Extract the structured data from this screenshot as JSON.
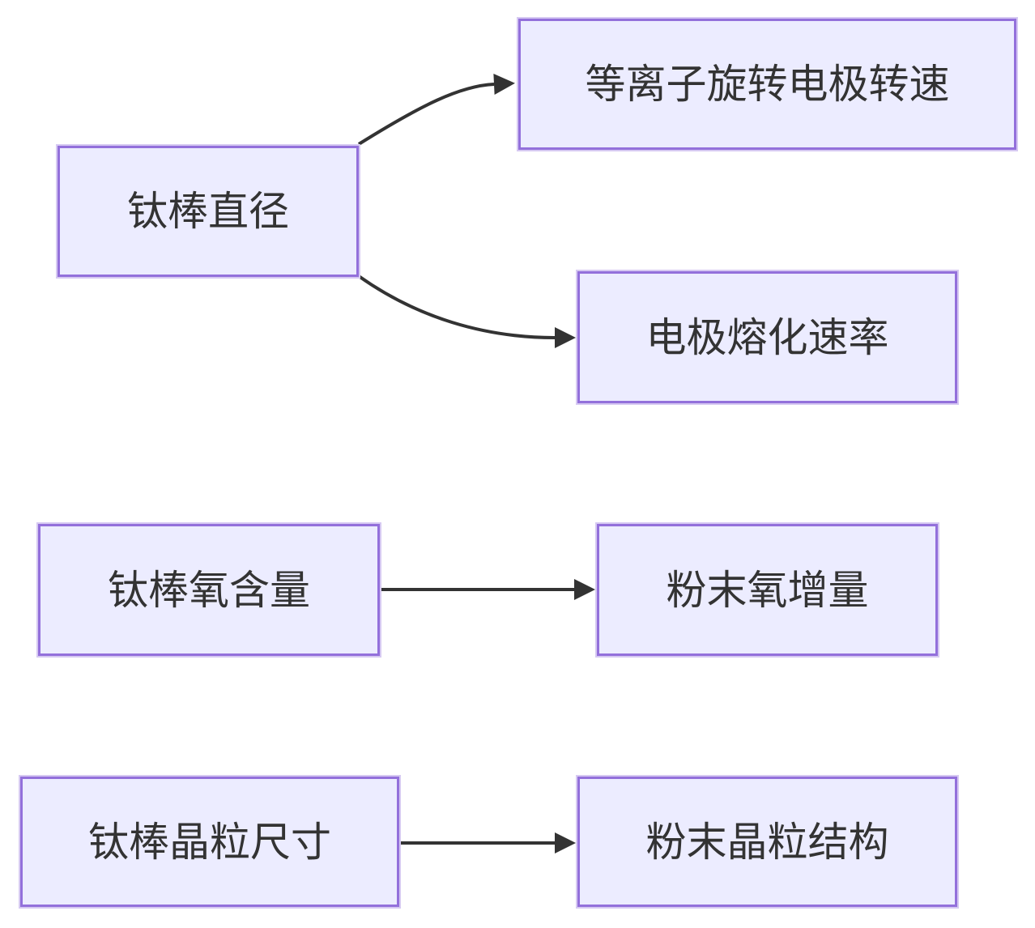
{
  "diagram": {
    "type": "flowchart",
    "direction": "left-to-right",
    "colors": {
      "node_fill": "#ECECFF",
      "node_border": "#9370DB",
      "edge": "#333333",
      "text": "#333333",
      "background": "#ffffff"
    },
    "nodes": [
      {
        "id": "ti-rod-diameter",
        "label": "钛棒直径"
      },
      {
        "id": "plasma-rotating-electrode-speed",
        "label": "等离子旋转电极转速"
      },
      {
        "id": "electrode-melting-rate",
        "label": "电极熔化速率"
      },
      {
        "id": "ti-rod-oxygen-content",
        "label": "钛棒氧含量"
      },
      {
        "id": "powder-oxygen-pickup",
        "label": "粉末氧增量"
      },
      {
        "id": "ti-rod-grain-size",
        "label": "钛棒晶粒尺寸"
      },
      {
        "id": "powder-grain-structure",
        "label": "粉末晶粒结构"
      }
    ],
    "edges": [
      {
        "from": "钛棒直径",
        "to": "等离子旋转电极转速",
        "style": "curved-arrow"
      },
      {
        "from": "钛棒直径",
        "to": "电极熔化速率",
        "style": "curved-arrow"
      },
      {
        "from": "钛棒氧含量",
        "to": "粉末氧增量",
        "style": "straight-arrow"
      },
      {
        "from": "钛棒晶粒尺寸",
        "to": "粉末晶粒结构",
        "style": "straight-arrow"
      }
    ]
  }
}
